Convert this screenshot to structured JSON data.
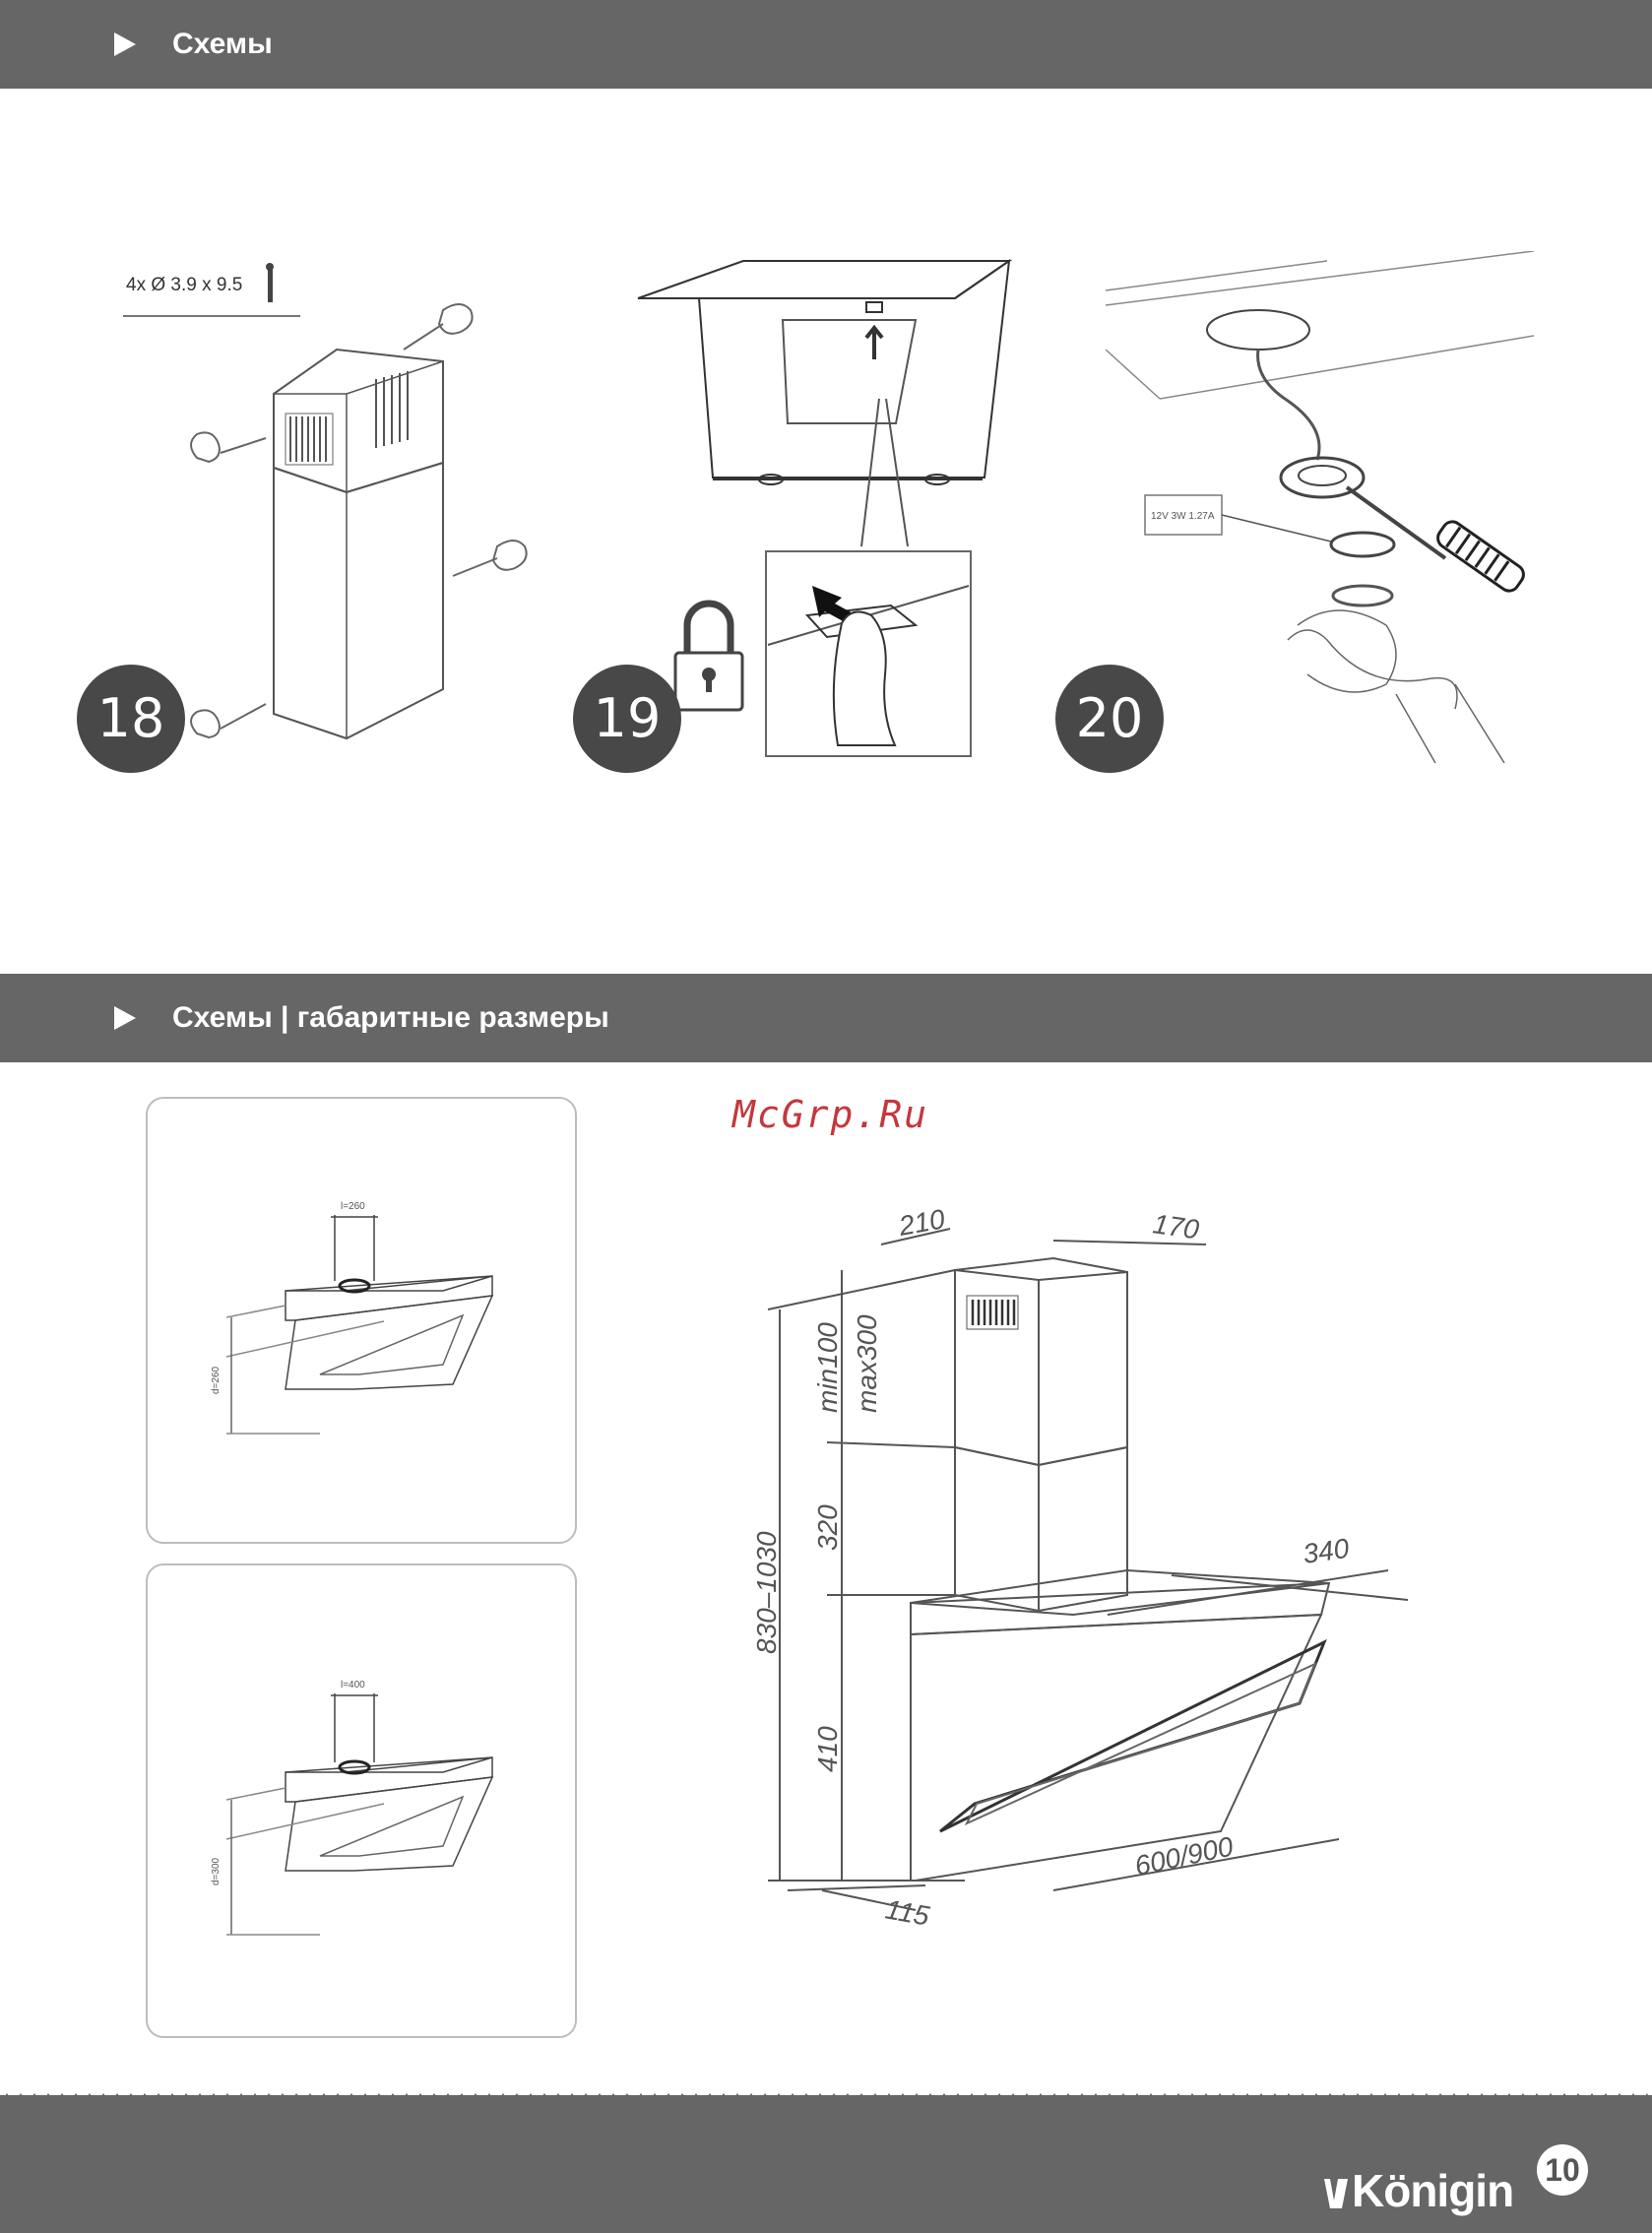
{
  "section1": {
    "title": "Схемы"
  },
  "section2": {
    "title": "Схемы | габаритные размеры"
  },
  "steps": [
    {
      "number": "18",
      "screw_spec": "4x Ø 3.9 x 9.5"
    },
    {
      "number": "19",
      "icon": "padlock-icon"
    },
    {
      "number": "20",
      "label_plate": "12V 3W 1.27A"
    }
  ],
  "panels": [
    {
      "width_label": "l=260",
      "height_label": "d=260"
    },
    {
      "width_label": "l=400",
      "height_label": "d=300"
    }
  ],
  "dimensions": {
    "top_width": "210",
    "top_depth": "170",
    "depth": "340",
    "adjust_min": "min100",
    "adjust_max": "max300",
    "chimney_lower": "320",
    "body": "410",
    "total": "830–1030",
    "bottom_width": "600/900",
    "bottom_depth": "115"
  },
  "watermark": "McGrp.Ru",
  "footer": {
    "brand": "Königin",
    "page_number": "10"
  }
}
